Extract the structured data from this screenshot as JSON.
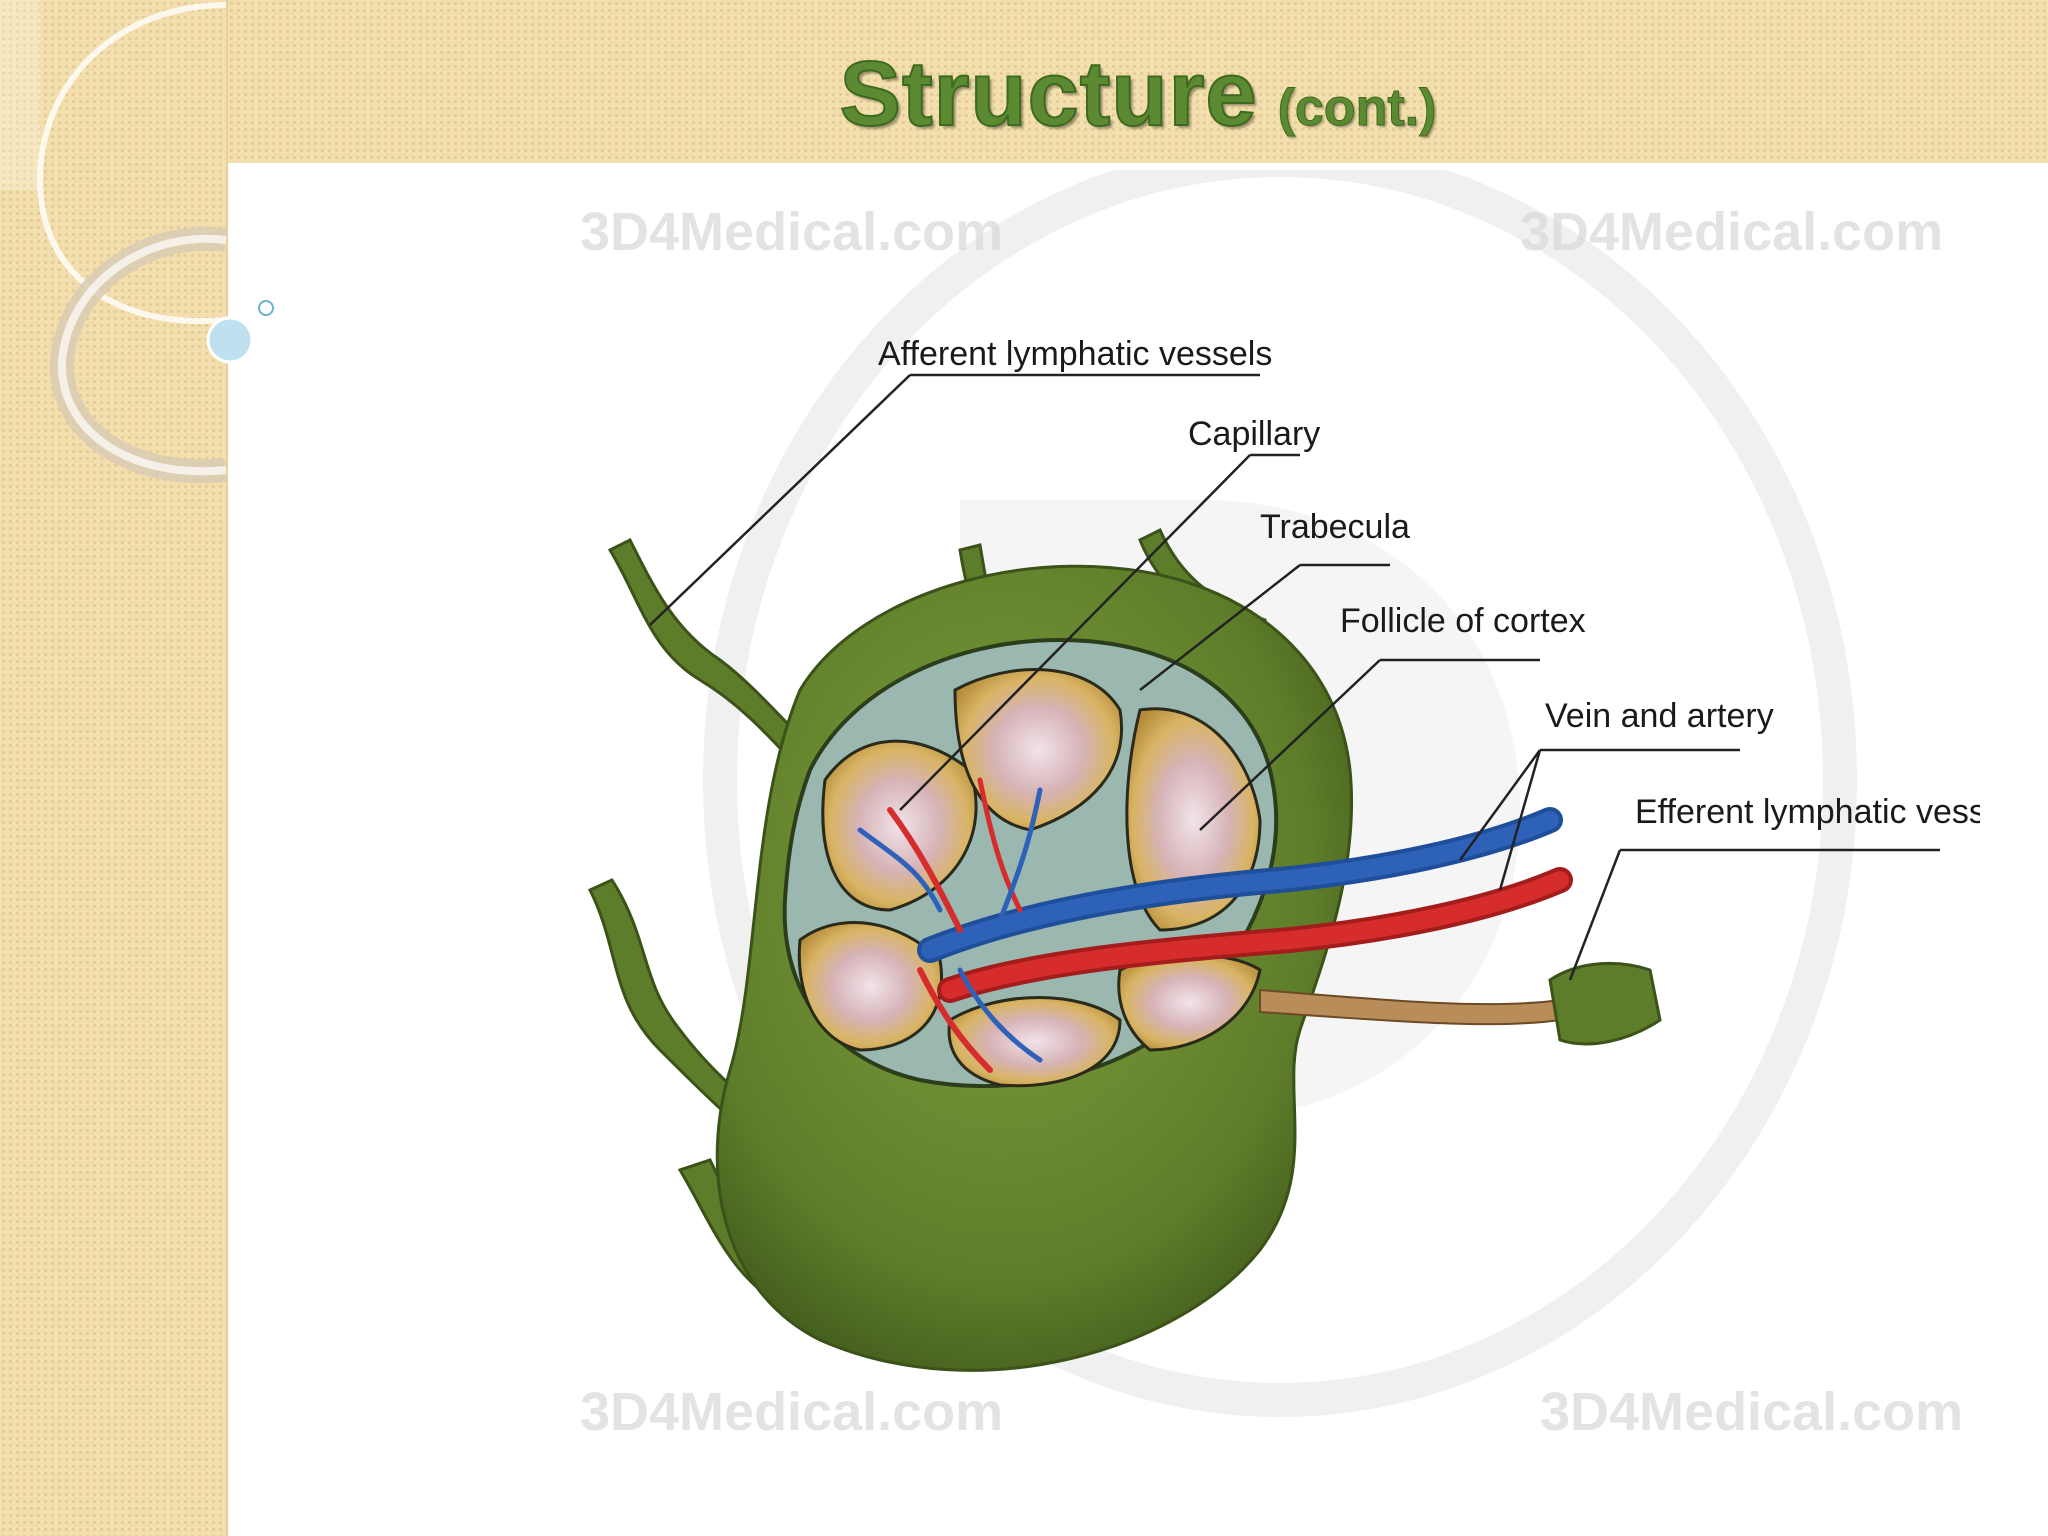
{
  "slide": {
    "title": "Structure",
    "title_suffix": "(cont.)"
  },
  "colors": {
    "background_pattern": "#f3dfad",
    "title_green": "#5b8a33",
    "node_green": "#5e7d2a",
    "vein_blue": "#2d62b8",
    "artery_red": "#d62c2c"
  },
  "diagram": {
    "labels": {
      "afferent": "Afferent lymphatic vessels",
      "capillary": "Capillary",
      "trabecula": "Trabecula",
      "follicle": "Follicle of cortex",
      "vein_artery": "Vein and artery",
      "efferent": "Efferent lymphatic vessel"
    },
    "watermark": "3D4Medical.com"
  }
}
